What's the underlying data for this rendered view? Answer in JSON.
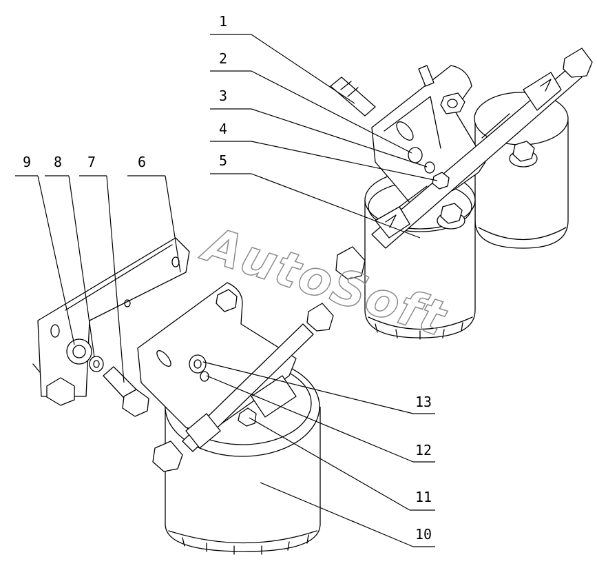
{
  "watermark": "AutoSoft",
  "callouts": [
    {
      "id": "1",
      "label": "1"
    },
    {
      "id": "2",
      "label": "2"
    },
    {
      "id": "3",
      "label": "3"
    },
    {
      "id": "4",
      "label": "4"
    },
    {
      "id": "5",
      "label": "5"
    },
    {
      "id": "6",
      "label": "6"
    },
    {
      "id": "7",
      "label": "7"
    },
    {
      "id": "8",
      "label": "8"
    },
    {
      "id": "9",
      "label": "9"
    },
    {
      "id": "10",
      "label": "10"
    },
    {
      "id": "11",
      "label": "11"
    },
    {
      "id": "12",
      "label": "12"
    },
    {
      "id": "13",
      "label": "13"
    }
  ]
}
